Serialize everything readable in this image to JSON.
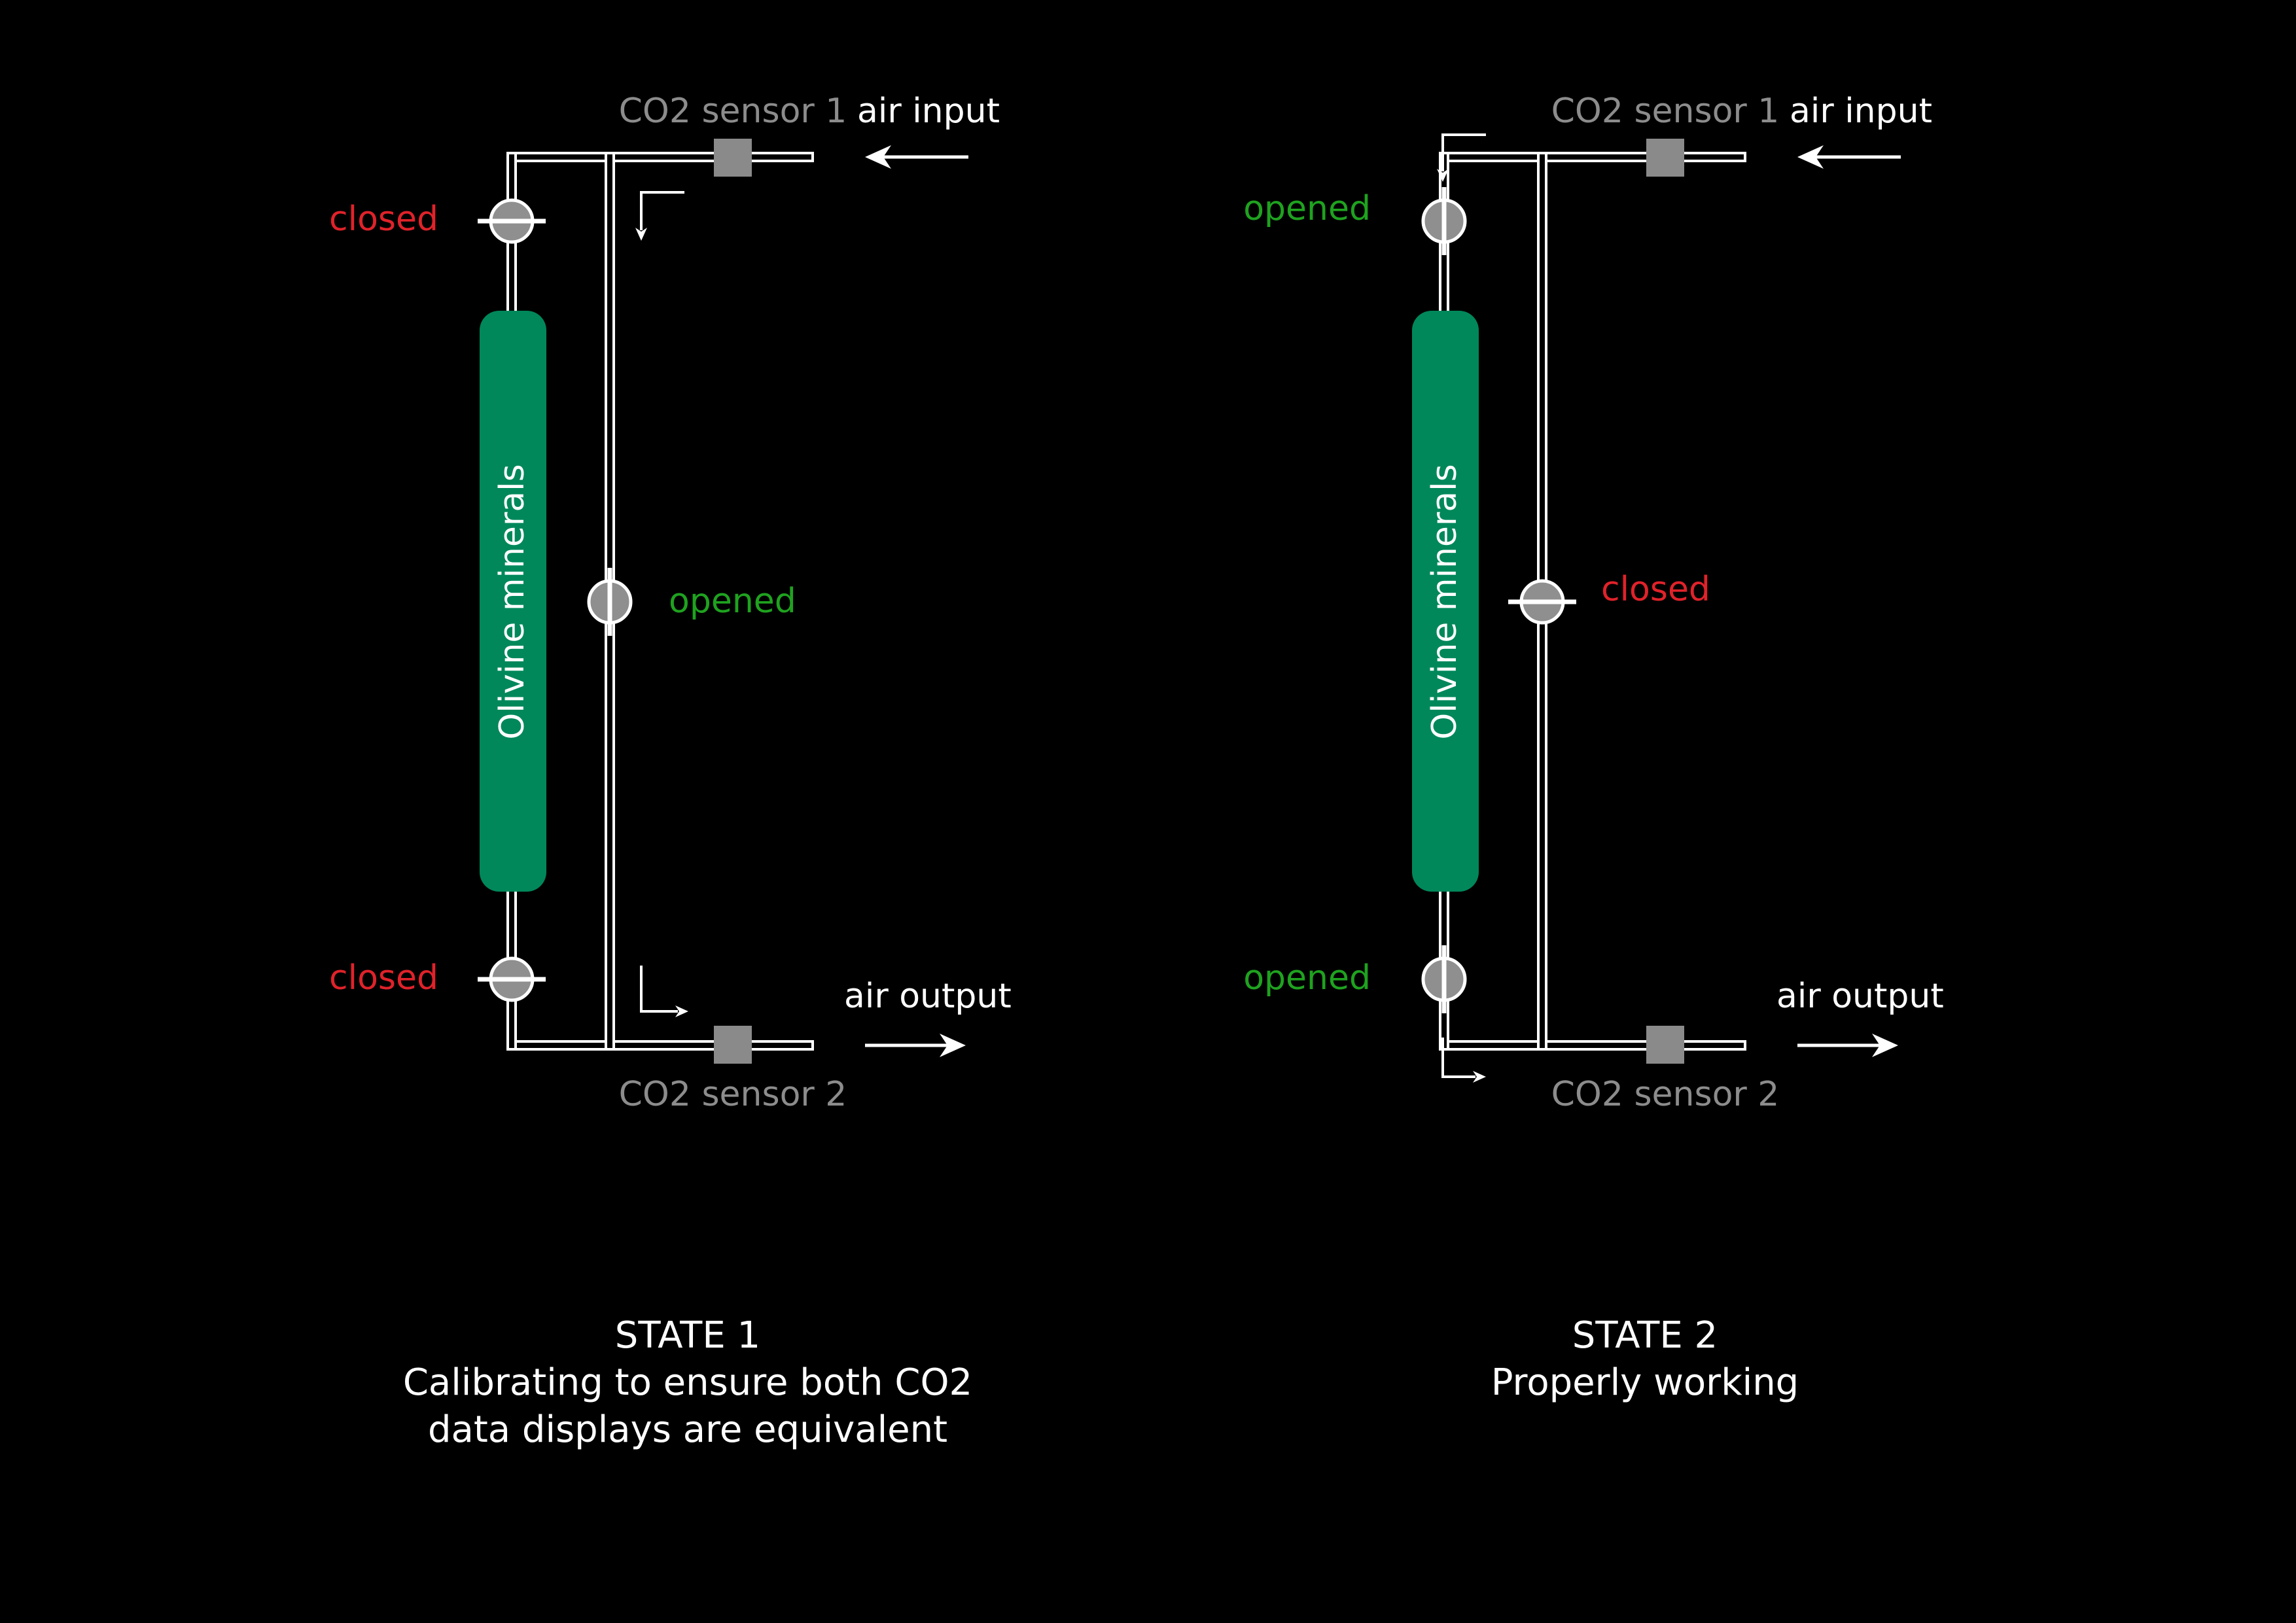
{
  "colors": {
    "background": "#000000",
    "pipe": "#ffffff",
    "column": "#00885a",
    "sensor": "#8a8a8a",
    "valve": "#8f8f8f",
    "closed": "#e0222a",
    "opened": "#1fa21f",
    "sensor_label": "#8c8c8c",
    "text": "#ffffff"
  },
  "panels": [
    {
      "id": "state1",
      "column_label": "Olivine minerals",
      "sensor_top_label": "CO2 sensor 1",
      "sensor_bottom_label": "CO2 sensor 2",
      "input_label": "air input",
      "output_label": "air output",
      "valves": {
        "top": "closed",
        "middle": "opened",
        "bottom": "closed"
      },
      "state_title": "STATE 1",
      "description": [
        "Calibrating to ensure both CO2",
        "data displays are equivalent"
      ]
    },
    {
      "id": "state2",
      "column_label": "Olivine minerals",
      "sensor_top_label": "CO2 sensor 1",
      "sensor_bottom_label": "CO2 sensor 2",
      "input_label": "air input",
      "output_label": "air output",
      "valves": {
        "top": "opened",
        "middle": "closed",
        "bottom": "opened"
      },
      "state_title": "STATE 2",
      "description": [
        "Properly working"
      ]
    }
  ]
}
